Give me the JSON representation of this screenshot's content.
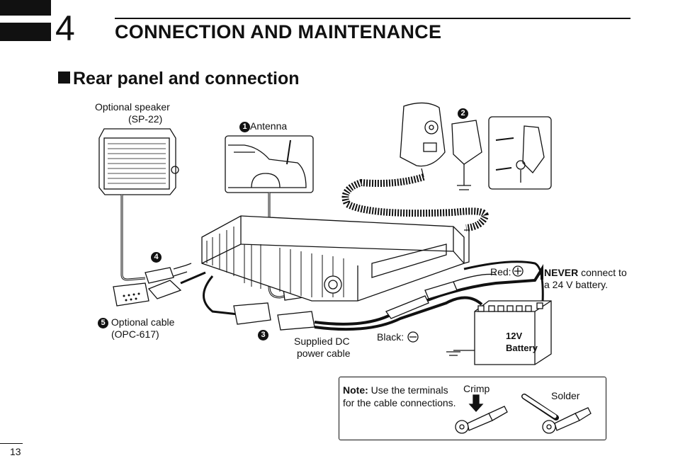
{
  "header": {
    "chapter_number": "4",
    "chapter_title": "CONNECTION AND MAINTENANCE"
  },
  "section": {
    "title": "Rear panel and connection"
  },
  "labels": {
    "speaker_line1": "Optional speaker",
    "speaker_line2": "(SP-22)",
    "antenna_num": "1",
    "antenna": "Antenna",
    "bracket_num": "2",
    "dc_num": "3",
    "speaker_jack_num": "4",
    "cable_num": "5",
    "cable_line1": "Optional cable",
    "cable_line2": "(OPC-617)",
    "dc_line1": "Supplied DC",
    "dc_line2": "power cable",
    "red": "Red:",
    "black": "Black:",
    "never_bold": "NEVER",
    "never_rest": " connect to",
    "never_line2": "a 24 V battery.",
    "battery_line1": "12V",
    "battery_line2": "Battery"
  },
  "note": {
    "bold": "Note:",
    "text1": " Use the terminals",
    "text2": "for the cable connections.",
    "crimp": "Crimp",
    "solder": "Solder"
  },
  "footer": {
    "page_number": "13"
  }
}
